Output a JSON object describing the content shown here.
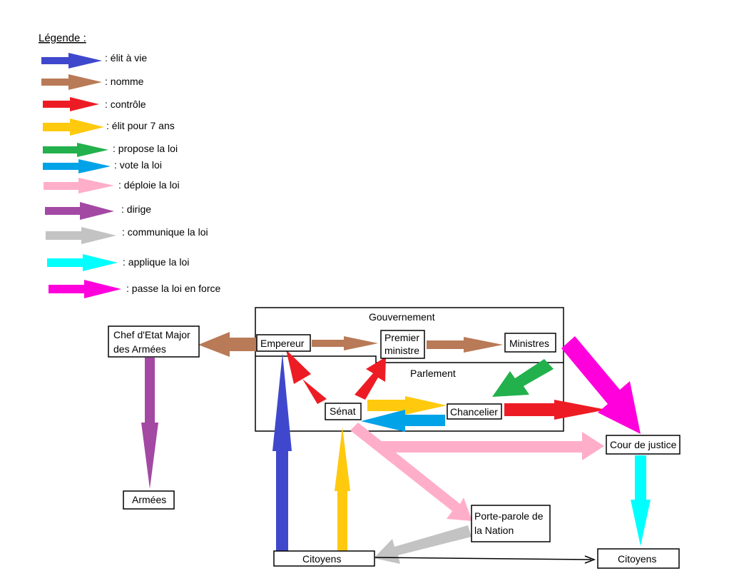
{
  "legend": {
    "title": "Légende :",
    "items": [
      {
        "label": ": élit à vie",
        "color": "#3f48cc"
      },
      {
        "label": ": nomme",
        "color": "#b97a57"
      },
      {
        "label": ": contrôle",
        "color": "#ed1c24"
      },
      {
        "label": ": élit pour 7 ans",
        "color": "#ffc90e"
      },
      {
        "label": ": propose la loi",
        "color": "#22b14c"
      },
      {
        "label": ": vote la loi",
        "color": "#00a2e8"
      },
      {
        "label": ": déploie la loi",
        "color": "#ffaec9"
      },
      {
        "label": ": dirige",
        "color": "#a349a4"
      },
      {
        "label": ": communique la loi",
        "color": "#c3c3c3"
      },
      {
        "label": ": applique la loi",
        "color": "#00ffff"
      },
      {
        "label": ": passe la loi en force",
        "color": "#ff00dc"
      }
    ]
  },
  "groups": {
    "gouvernement": "Gouvernement",
    "parlement": "Parlement"
  },
  "nodes": {
    "chef_etat_major": [
      "Chef d'Etat Major",
      "des Armées"
    ],
    "empereur": "Empereur",
    "premier_ministre": [
      "Premier",
      "ministre"
    ],
    "ministres": "Ministres",
    "senat": "Sénat",
    "chancelier": "Chancelier",
    "cour_de_justice": "Cour de justice",
    "armees": "Armées",
    "porte_parole": [
      "Porte-parole de",
      "la Nation"
    ],
    "citoyens_left": "Citoyens",
    "citoyens_right": "Citoyens"
  }
}
